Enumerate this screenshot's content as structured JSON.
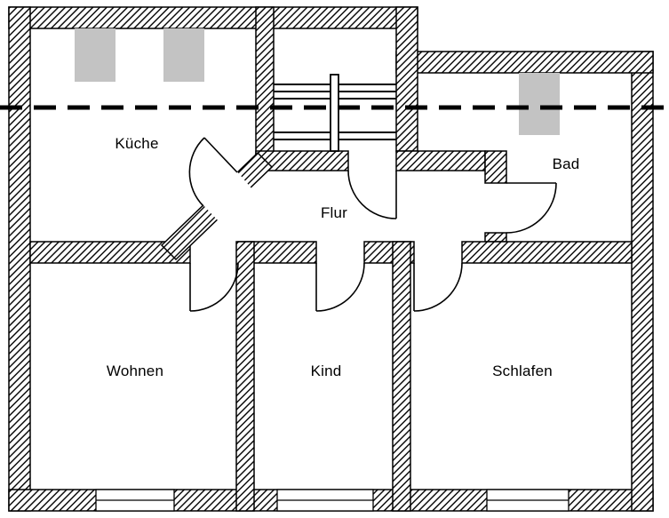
{
  "rooms": {
    "kueche": {
      "label": "Küche"
    },
    "flur": {
      "label": "Flur"
    },
    "bad": {
      "label": "Bad"
    },
    "wohnen": {
      "label": "Wohnen"
    },
    "kind": {
      "label": "Kind"
    },
    "schlafen": {
      "label": "Schlafen"
    }
  },
  "colors": {
    "background": "#ffffff",
    "walls": "#000000",
    "roof_window_gray": "#c3c3c3"
  },
  "symbols": {
    "staircase": "staircase-with-center-rail",
    "section_line": "dashed-section-line",
    "door": "door-swing-arc",
    "window": "window-opening",
    "roof_window": "gray-roof-window"
  }
}
